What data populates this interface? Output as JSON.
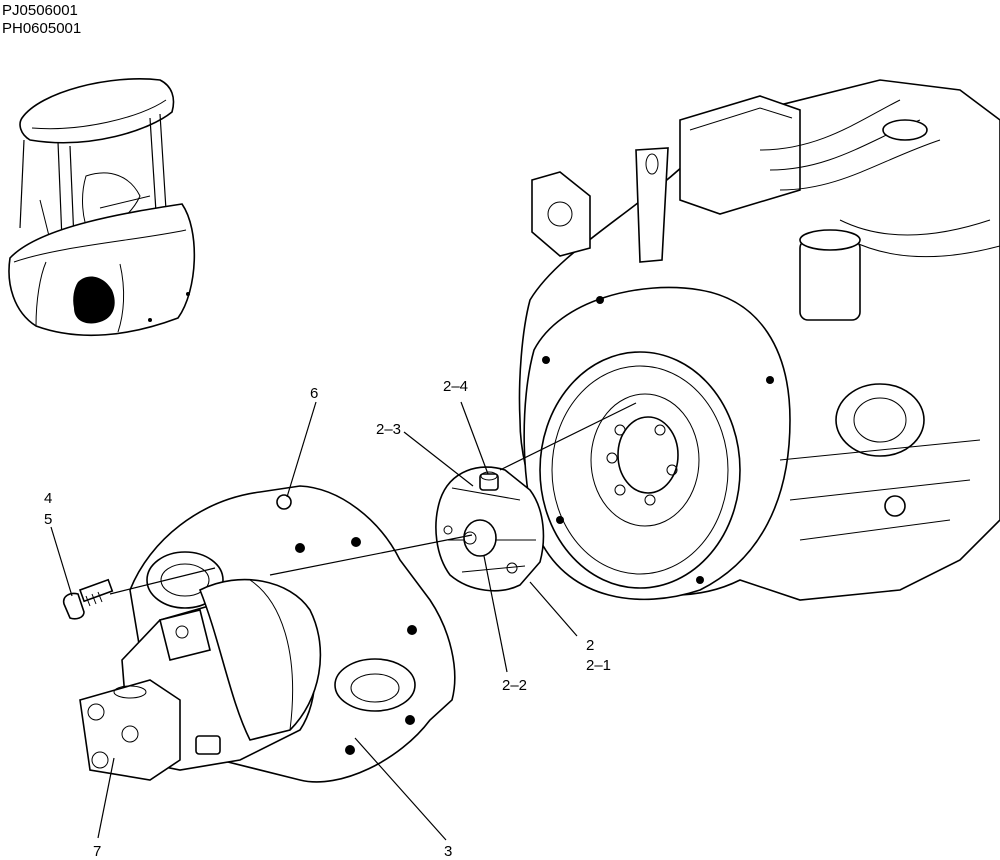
{
  "codes": [
    "PJ0506001",
    "PH0605001"
  ],
  "callouts": {
    "c6": "6",
    "c2_4": "2–4",
    "c2_3": "2–3",
    "c4": "4",
    "c5": "5",
    "c2": "2",
    "c2_1": "2–1",
    "c2_2": "2–2",
    "c7": "7",
    "c3": "3"
  }
}
